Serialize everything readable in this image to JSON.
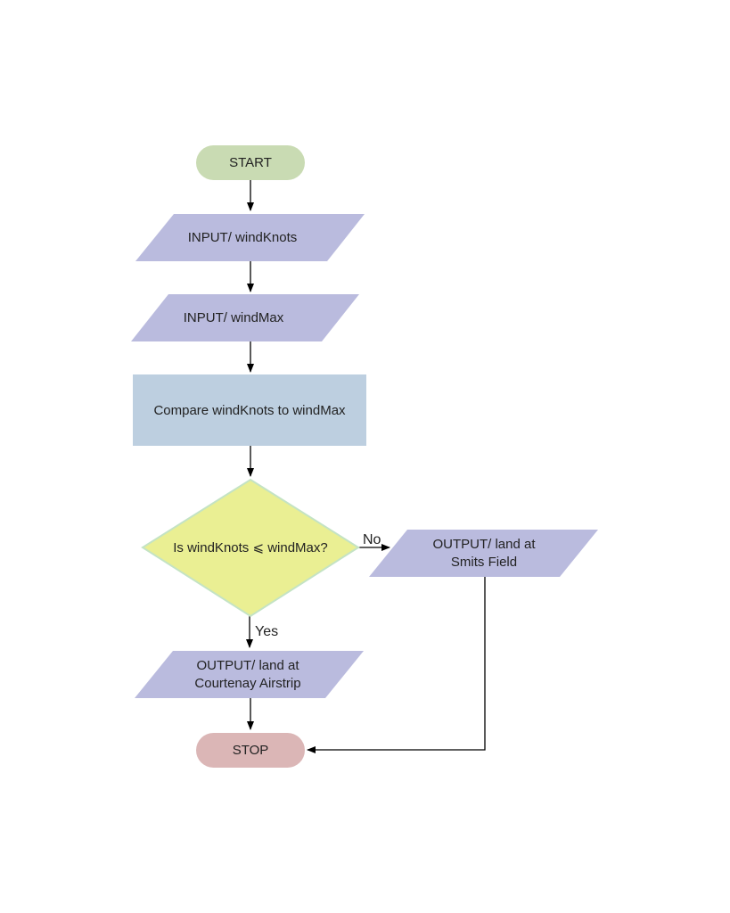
{
  "colors": {
    "terminal_start": "#c9dbb3",
    "terminal_stop": "#dbb6b6",
    "io": "#babbde",
    "process": "#bdcfe0",
    "decision": "#eaef93",
    "decision_stroke": "#c4e3c4",
    "edge": "#000000"
  },
  "nodes": {
    "start": {
      "label": "START",
      "shape": "terminal"
    },
    "input_wind_knots": {
      "label": "INPUT/ windKnots",
      "shape": "parallelogram"
    },
    "input_wind_max": {
      "label": "INPUT/ windMax",
      "shape": "parallelogram"
    },
    "compare": {
      "label": "Compare windKnots to windMax",
      "shape": "rectangle"
    },
    "decision": {
      "label": "Is windKnots ⩽ windMax?",
      "shape": "diamond"
    },
    "output_smits": {
      "line1": "OUTPUT/ land at",
      "line2": "Smits Field",
      "shape": "parallelogram"
    },
    "output_courtenay": {
      "line1": "OUTPUT/ land at",
      "line2": "Courtenay Airstrip",
      "shape": "parallelogram"
    },
    "stop": {
      "label": "STOP",
      "shape": "terminal"
    }
  },
  "edges": {
    "no_label": "No",
    "yes_label": "Yes"
  }
}
